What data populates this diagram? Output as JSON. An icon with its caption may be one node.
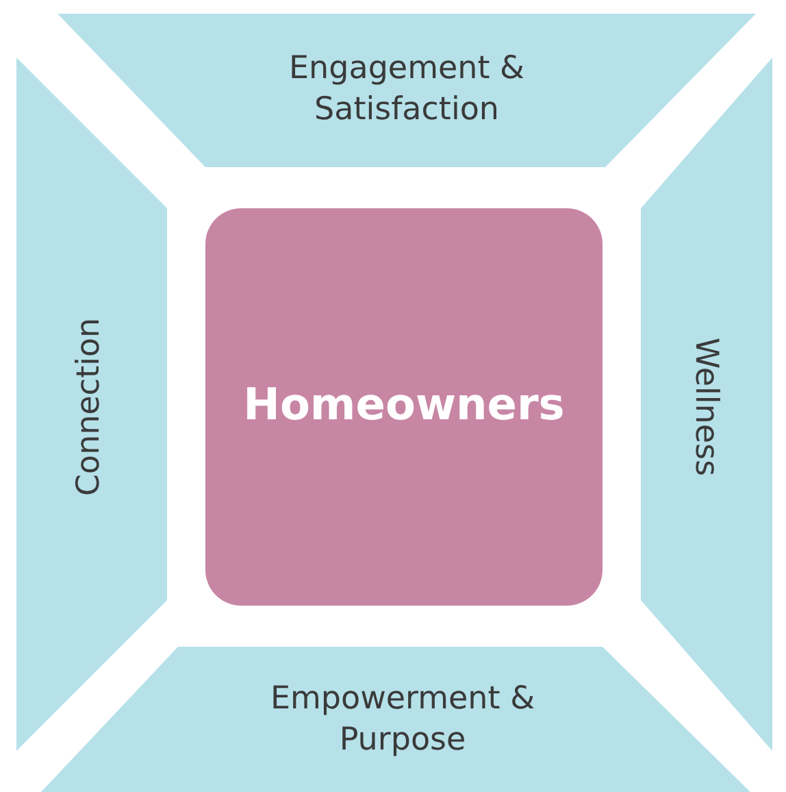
{
  "diagram": {
    "nodes": [
      {
        "text": [
          "Engagement & Satisfaction"
        ]
      },
      {
        "text": [
          "Connection"
        ]
      },
      {
        "text": [
          "Homeowners"
        ]
      },
      {
        "text": [
          "Wellness"
        ]
      },
      {
        "text": [
          "Empowerment & Purpose"
        ]
      }
    ]
  }
}
